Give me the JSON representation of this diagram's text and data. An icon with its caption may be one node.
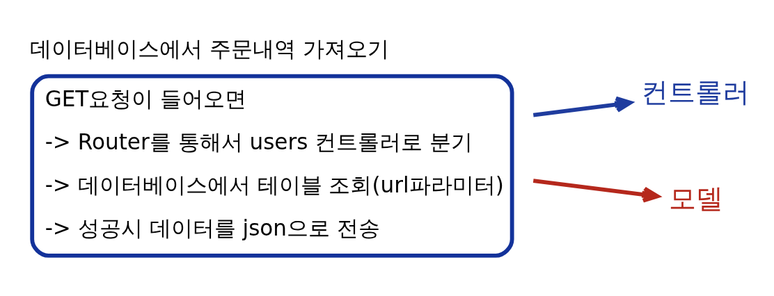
{
  "diagram": {
    "nodes": [
      {
        "text": [
          "데이터베이스에서 주문내역 가져오기",
          "GET요청이 들어오면",
          "-> Router를 통해서 users 컨트롤러로 분기",
          "-> 데이터베이스에서 테이블 조회(url파라미터)",
          "-> 성공시 데이터를 json으로 전송"
        ]
      },
      {
        "text": [
          "컨트롤러"
        ]
      },
      {
        "text": [
          "모델"
        ]
      }
    ],
    "edges": [
      {
        "from": 0,
        "to": 1,
        "arrow": "to",
        "color": "#1f3c9e"
      },
      {
        "from": 0,
        "to": 2,
        "arrow": "to",
        "color": "#b5281c"
      }
    ]
  }
}
